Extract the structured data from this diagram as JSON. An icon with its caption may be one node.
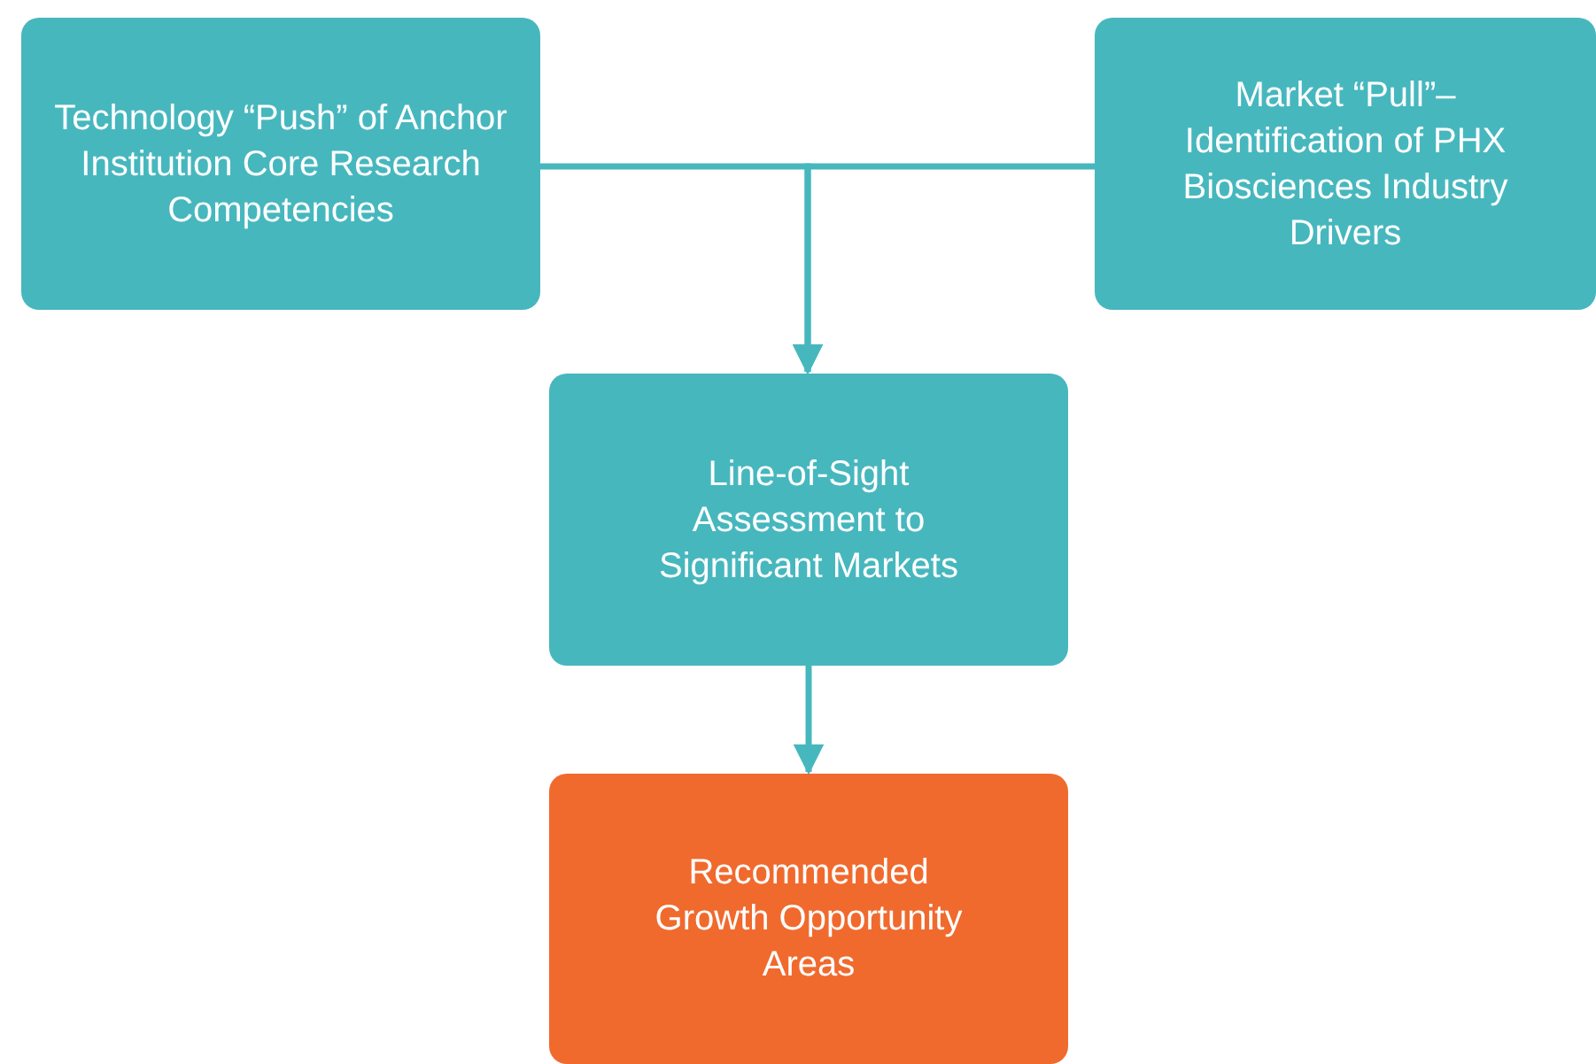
{
  "diagram": {
    "nodes": [
      {
        "text": [
          "Technology “Push” of Anchor Institution Core Research Competencies"
        ]
      },
      {
        "text": [
          "Market “Pull”– Identification of PHX Biosciences Industry Drivers"
        ]
      },
      {
        "text": [
          "Line-of-Sight Assessment to Significant Markets"
        ]
      },
      {
        "text": [
          "Recommended Growth Opportunity Areas"
        ]
      }
    ],
    "edges": [
      {
        "from": 0,
        "to": 2,
        "arrow": "to"
      },
      {
        "from": 1,
        "to": 2,
        "arrow": "to"
      },
      {
        "from": 2,
        "to": 3,
        "arrow": "to"
      }
    ]
  }
}
